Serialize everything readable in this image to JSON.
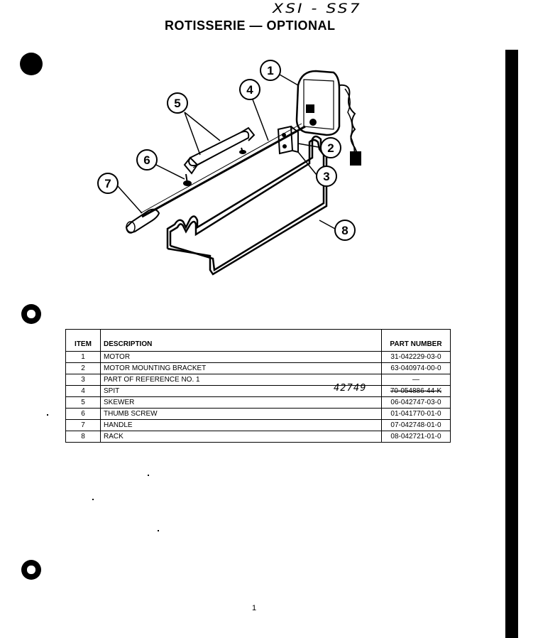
{
  "header": {
    "handwritten_code": "XSI - SS7",
    "title": "ROTISSERIE — OPTIONAL"
  },
  "diagram": {
    "callouts": [
      "1",
      "2",
      "3",
      "4",
      "5",
      "6",
      "7",
      "8"
    ]
  },
  "parts_table": {
    "columns": [
      "ITEM",
      "DESCRIPTION",
      "PART NUMBER"
    ],
    "rows": [
      {
        "item": "1",
        "description": "MOTOR",
        "part_number": "31-042229-03-0"
      },
      {
        "item": "2",
        "description": "MOTOR MOUNTING BRACKET",
        "part_number": "63-040974-00-0"
      },
      {
        "item": "3",
        "description": "PART OF REFERENCE NO. 1",
        "part_number": "—"
      },
      {
        "item": "4",
        "description": "SPIT",
        "part_number": "70-054886-44-K"
      },
      {
        "item": "5",
        "description": "SKEWER",
        "part_number": "06-042747-03-0"
      },
      {
        "item": "6",
        "description": "THUMB SCREW",
        "part_number": "01-041770-01-0"
      },
      {
        "item": "7",
        "description": "HANDLE",
        "part_number": "07-042748-01-0"
      },
      {
        "item": "8",
        "description": "RACK",
        "part_number": "08-042721-01-0"
      }
    ],
    "handwritten_note": "42749"
  },
  "footer": {
    "page_number": "1"
  }
}
